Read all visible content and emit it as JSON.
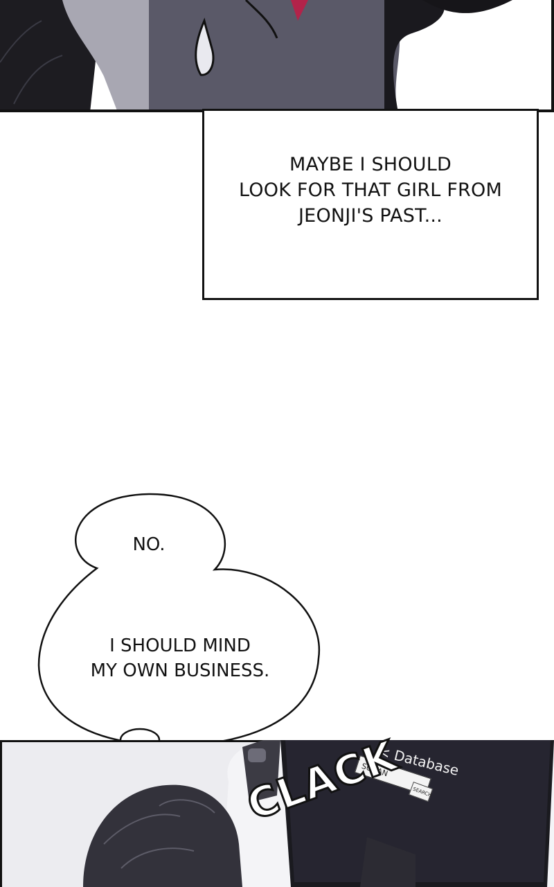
{
  "caption": {
    "lines": [
      "MAYBE I SHOULD",
      "LOOK FOR THAT GIRL FROM",
      "JEONJI'S PAST..."
    ]
  },
  "thought_small": {
    "lines": [
      "NO."
    ]
  },
  "thought_large": {
    "lines": [
      "I SHOULD MIND",
      "MY OWN BUSINESS."
    ]
  },
  "sound_effect": "CLACK",
  "monitor": {
    "title": "< Database",
    "search_value": "SUHAN",
    "search_button": "SEARCH"
  }
}
